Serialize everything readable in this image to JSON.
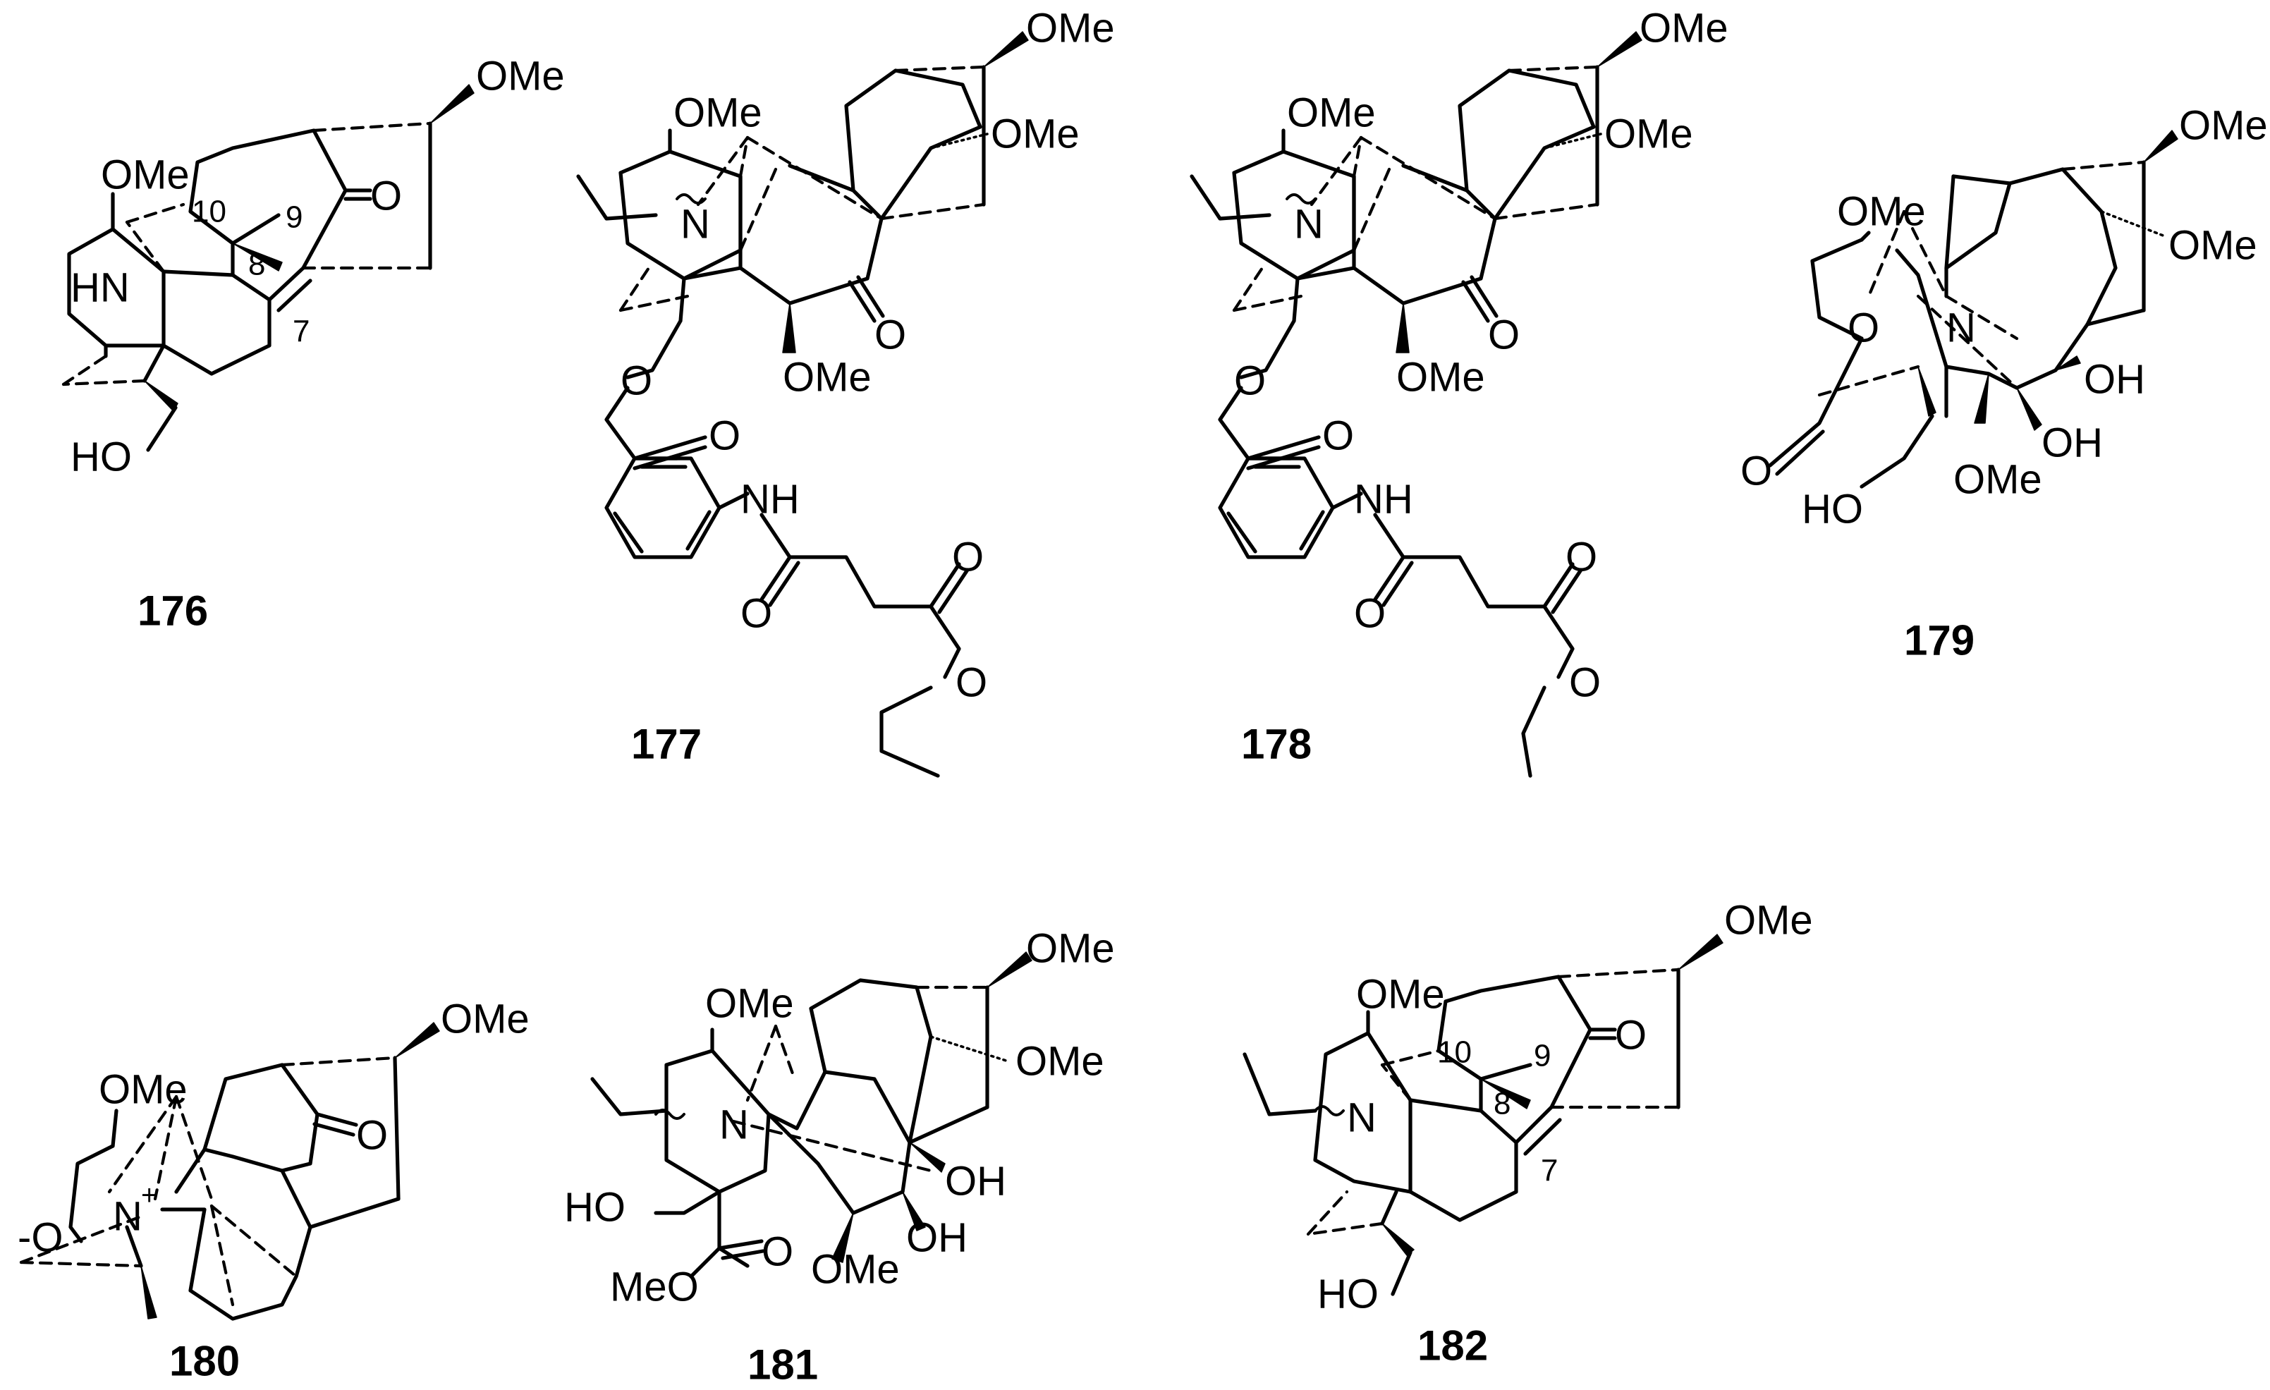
{
  "compounds": [
    {
      "id": "176",
      "labels": {
        "ome_top": "OMe",
        "ome_ring": "OMe",
        "hn": "HN",
        "ho": "HO",
        "ketone_o": "O",
        "c10": "10",
        "c9": "9",
        "c8": "8",
        "c7": "7"
      }
    },
    {
      "id": "177",
      "labels": {
        "ome_top": "OMe",
        "ome_right": "OMe",
        "ome_ring": "OMe",
        "n": "N",
        "ketone_o": "O",
        "ome_bottom": "OMe",
        "ester_o": "O",
        "carbonyl_o": "O",
        "nh": "NH",
        "amide_o": "O",
        "acid_co": "O",
        "acid_o": "O"
      }
    },
    {
      "id": "178",
      "labels": {
        "ome_top": "OMe",
        "ome_right": "OMe",
        "ome_ring": "OMe",
        "n": "N",
        "ketone_o": "O",
        "ome_bottom": "OMe",
        "ester_o": "O",
        "carbonyl_o": "O",
        "nh": "NH",
        "amide_o": "O",
        "acid_co": "O",
        "acid_o": "O"
      }
    },
    {
      "id": "179",
      "labels": {
        "ome_top": "OMe",
        "ome_right": "OMe",
        "ome_ring": "OMe",
        "o_ring": "O",
        "n": "N",
        "oh1": "OH",
        "oh2": "OH",
        "ome_bottom": "OMe",
        "lactone_o": "O",
        "ho": "HO"
      }
    },
    {
      "id": "180",
      "labels": {
        "ome_top": "OMe",
        "ome_ring": "OMe",
        "ketone_o": "O",
        "o_minus": "-O",
        "n_plus": "N",
        "plus": "+"
      }
    },
    {
      "id": "181",
      "labels": {
        "ome_top": "OMe",
        "ome_right": "OMe",
        "ome_ring": "OMe",
        "n": "N",
        "oh1": "OH",
        "oh2": "OH",
        "ho": "HO",
        "ome_bottom": "OMe",
        "ester_o": "O",
        "meo": "MeO"
      }
    },
    {
      "id": "182",
      "labels": {
        "ome_top": "OMe",
        "ome_ring": "OMe",
        "n": "N",
        "ho": "HO",
        "ketone_o": "O",
        "c10": "10",
        "c9": "9",
        "c8": "8",
        "c7": "7"
      }
    }
  ]
}
